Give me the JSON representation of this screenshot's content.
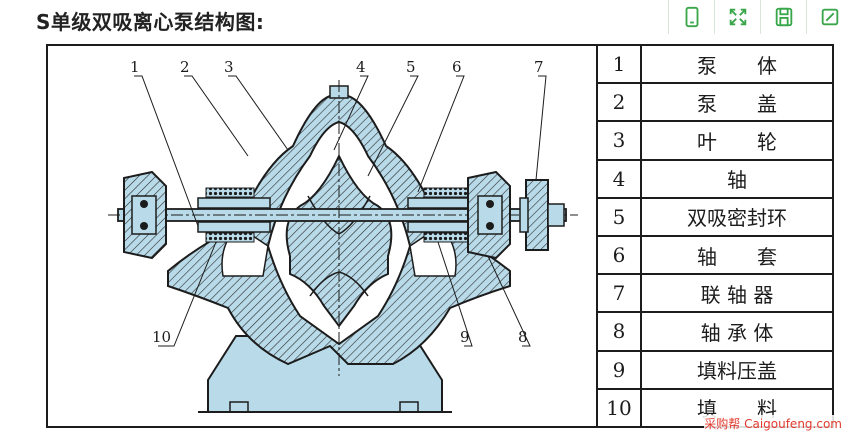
{
  "page": {
    "title": "S单级双吸离心泵结构图:"
  },
  "toolbar": {
    "accent": "#3aa64a",
    "items": [
      {
        "name": "phone-icon"
      },
      {
        "name": "expand-icon"
      },
      {
        "name": "save-icon"
      },
      {
        "name": "edit-icon"
      }
    ]
  },
  "diagram": {
    "fill_color": "#b9dbe9",
    "callouts": [
      "1",
      "2",
      "3",
      "4",
      "5",
      "6",
      "7",
      "8",
      "9",
      "10"
    ]
  },
  "parts": [
    {
      "num": "1",
      "name": "泵　　体"
    },
    {
      "num": "2",
      "name": "泵　　盖"
    },
    {
      "num": "3",
      "name": "叶　　轮"
    },
    {
      "num": "4",
      "name": "轴"
    },
    {
      "num": "5",
      "name": "双吸密封环"
    },
    {
      "num": "6",
      "name": "轴　　套"
    },
    {
      "num": "7",
      "name": "联 轴 器"
    },
    {
      "num": "8",
      "name": "轴 承 体"
    },
    {
      "num": "9",
      "name": "填料压盖"
    },
    {
      "num": "10",
      "name": "填　　料"
    }
  ],
  "watermark": "采购帮 Caigoufeng.com"
}
